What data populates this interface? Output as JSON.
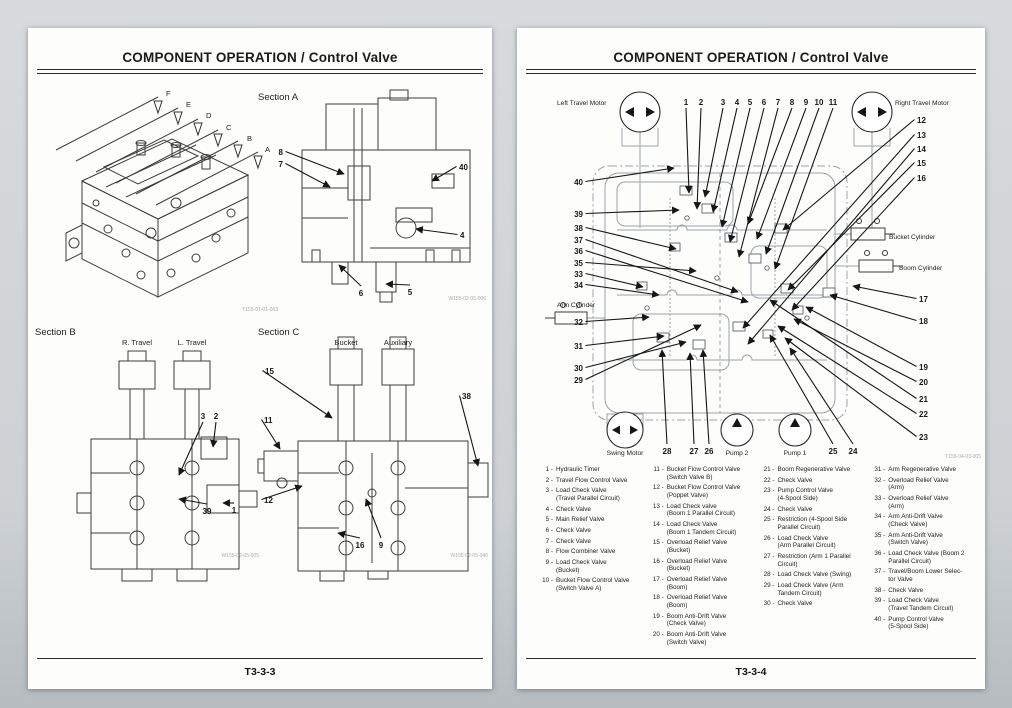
{
  "pages": {
    "left": {
      "header": "COMPONENT OPERATION / Control Valve",
      "footer": "T3-3-3",
      "iso": {
        "section_labels": [
          "F",
          "E",
          "D",
          "C",
          "B",
          "A"
        ],
        "figure_code": "T155-01-01-063"
      },
      "section_a": {
        "title": "Section A",
        "figure_code": "W155-02-05-006",
        "callouts": [
          "8",
          "7",
          "40",
          "4",
          "6",
          "5"
        ]
      },
      "section_b": {
        "title": "Section B",
        "port_labels": [
          "R. Travel",
          "L. Travel"
        ],
        "figure_code": "W155-02-05-005",
        "callouts": [
          "3",
          "2",
          "39",
          "1"
        ]
      },
      "section_c": {
        "title": "Section C",
        "port_labels": [
          "Bucket",
          "Auxiliary"
        ],
        "figure_code": "W155-02-05-046",
        "callouts": [
          "15",
          "11",
          "12",
          "16",
          "9",
          "38"
        ]
      }
    },
    "right": {
      "header": "COMPONENT OPERATION / Control Valve",
      "footer": "T3-3-4",
      "circuit": {
        "figure_code": "T155-04-03-005",
        "component_labels": {
          "left_travel_motor": "Left Travel Motor",
          "right_travel_motor": "Right Travel Motor",
          "bucket_cylinder": "Bucket Cylinder",
          "boom_cylinder": "Boom Cylinder",
          "arm_cylinder": "Arm Cylinder",
          "swing_motor": "Swing Motor",
          "pump2": "Pump 2",
          "pump1": "Pump 1"
        },
        "callouts": [
          "1",
          "2",
          "3",
          "4",
          "5",
          "6",
          "7",
          "8",
          "9",
          "10",
          "11",
          "12",
          "13",
          "14",
          "15",
          "16",
          "17",
          "18",
          "19",
          "20",
          "21",
          "22",
          "23",
          "24",
          "25",
          "26",
          "27",
          "28",
          "29",
          "30",
          "31",
          "32",
          "33",
          "34",
          "35",
          "36",
          "37",
          "38",
          "39",
          "40"
        ]
      },
      "legend": [
        {
          "n": "1 -",
          "t": "Hydraulic Timer"
        },
        {
          "n": "2 -",
          "t": "Travel Flow Control Valve"
        },
        {
          "n": "3 -",
          "t": "Load Check Valve\n(Travel Parallel Circuit)"
        },
        {
          "n": "4 -",
          "t": "Check Valve"
        },
        {
          "n": "5 -",
          "t": "Main Relief Valve"
        },
        {
          "n": "6 -",
          "t": "Check Valve"
        },
        {
          "n": "7 -",
          "t": "Check Valve"
        },
        {
          "n": "8 -",
          "t": "Flow Combiner Valve"
        },
        {
          "n": "9 -",
          "t": "Load Check Valve\n(Bucket)"
        },
        {
          "n": "10 -",
          "t": "Bucket Flow Control Valve\n(Switch Valve A)"
        },
        {
          "n": "11 -",
          "t": "Bucket Flow Control Valve\n(Switch Valve B)"
        },
        {
          "n": "12 -",
          "t": "Bucket Flow Control Valve\n(Poppet Valve)"
        },
        {
          "n": "13 -",
          "t": "Load Check valve\n(Boom 1 Parallel Circuit)"
        },
        {
          "n": "14 -",
          "t": "Load Check Valve\n(Boom 1 Tandem Circuit)"
        },
        {
          "n": "15 -",
          "t": "Overload Relief Valve\n(Bucket)"
        },
        {
          "n": "16 -",
          "t": "Overload Relief Valve\n(Bucket)"
        },
        {
          "n": "17 -",
          "t": "Overload Relief Valve\n(Boom)"
        },
        {
          "n": "18 -",
          "t": "Overload Relief Valve\n(Boom)"
        },
        {
          "n": "19 -",
          "t": "Boom Anti-Drift Valve\n(Check Valve)"
        },
        {
          "n": "20 -",
          "t": "Boom Anti-Drift Valve\n(Switch Valve)"
        },
        {
          "n": "21 -",
          "t": "Boom Regenerative Valve"
        },
        {
          "n": "22 -",
          "t": "Check Valve"
        },
        {
          "n": "23 -",
          "t": "Pump Control Valve\n(4-Spool Side)"
        },
        {
          "n": "24 -",
          "t": "Check Valve"
        },
        {
          "n": "25 -",
          "t": "Restriction (4-Spool Side\nParallel Circuit)"
        },
        {
          "n": "26 -",
          "t": "Load Check Valve\n(Arm Parallel Circuit)"
        },
        {
          "n": "27 -",
          "t": "Restriction (Arm 1 Parallel\nCircuit)"
        },
        {
          "n": "28 -",
          "t": "Load Check Valve (Swing)"
        },
        {
          "n": "29 -",
          "t": "Load Check Valve (Arm\nTandem Circuit)"
        },
        {
          "n": "30 -",
          "t": "Check Valve"
        },
        {
          "n": "31 -",
          "t": "Arm Regenerative Valve"
        },
        {
          "n": "32 -",
          "t": "Overload Relief Valve\n(Arm)"
        },
        {
          "n": "33 -",
          "t": "Overload Relief Valve\n(Arm)"
        },
        {
          "n": "34 -",
          "t": "Arm Anti-Drift Valve\n(Check Valve)"
        },
        {
          "n": "35 -",
          "t": "Arm Anti-Drift Valve\n(Switch Valve)"
        },
        {
          "n": "36 -",
          "t": "Load Check Valve (Boom 2\nParallel Circuit)"
        },
        {
          "n": "37 -",
          "t": "Travel/Boom Lower Selec-\ntor Valve"
        },
        {
          "n": "38 -",
          "t": "Check Valve"
        },
        {
          "n": "39 -",
          "t": "Load Check Valve\n(Travel Tandem Circuit)"
        },
        {
          "n": "40 -",
          "t": "Pump Control Valve\n(5-Spool Side)"
        }
      ]
    }
  }
}
